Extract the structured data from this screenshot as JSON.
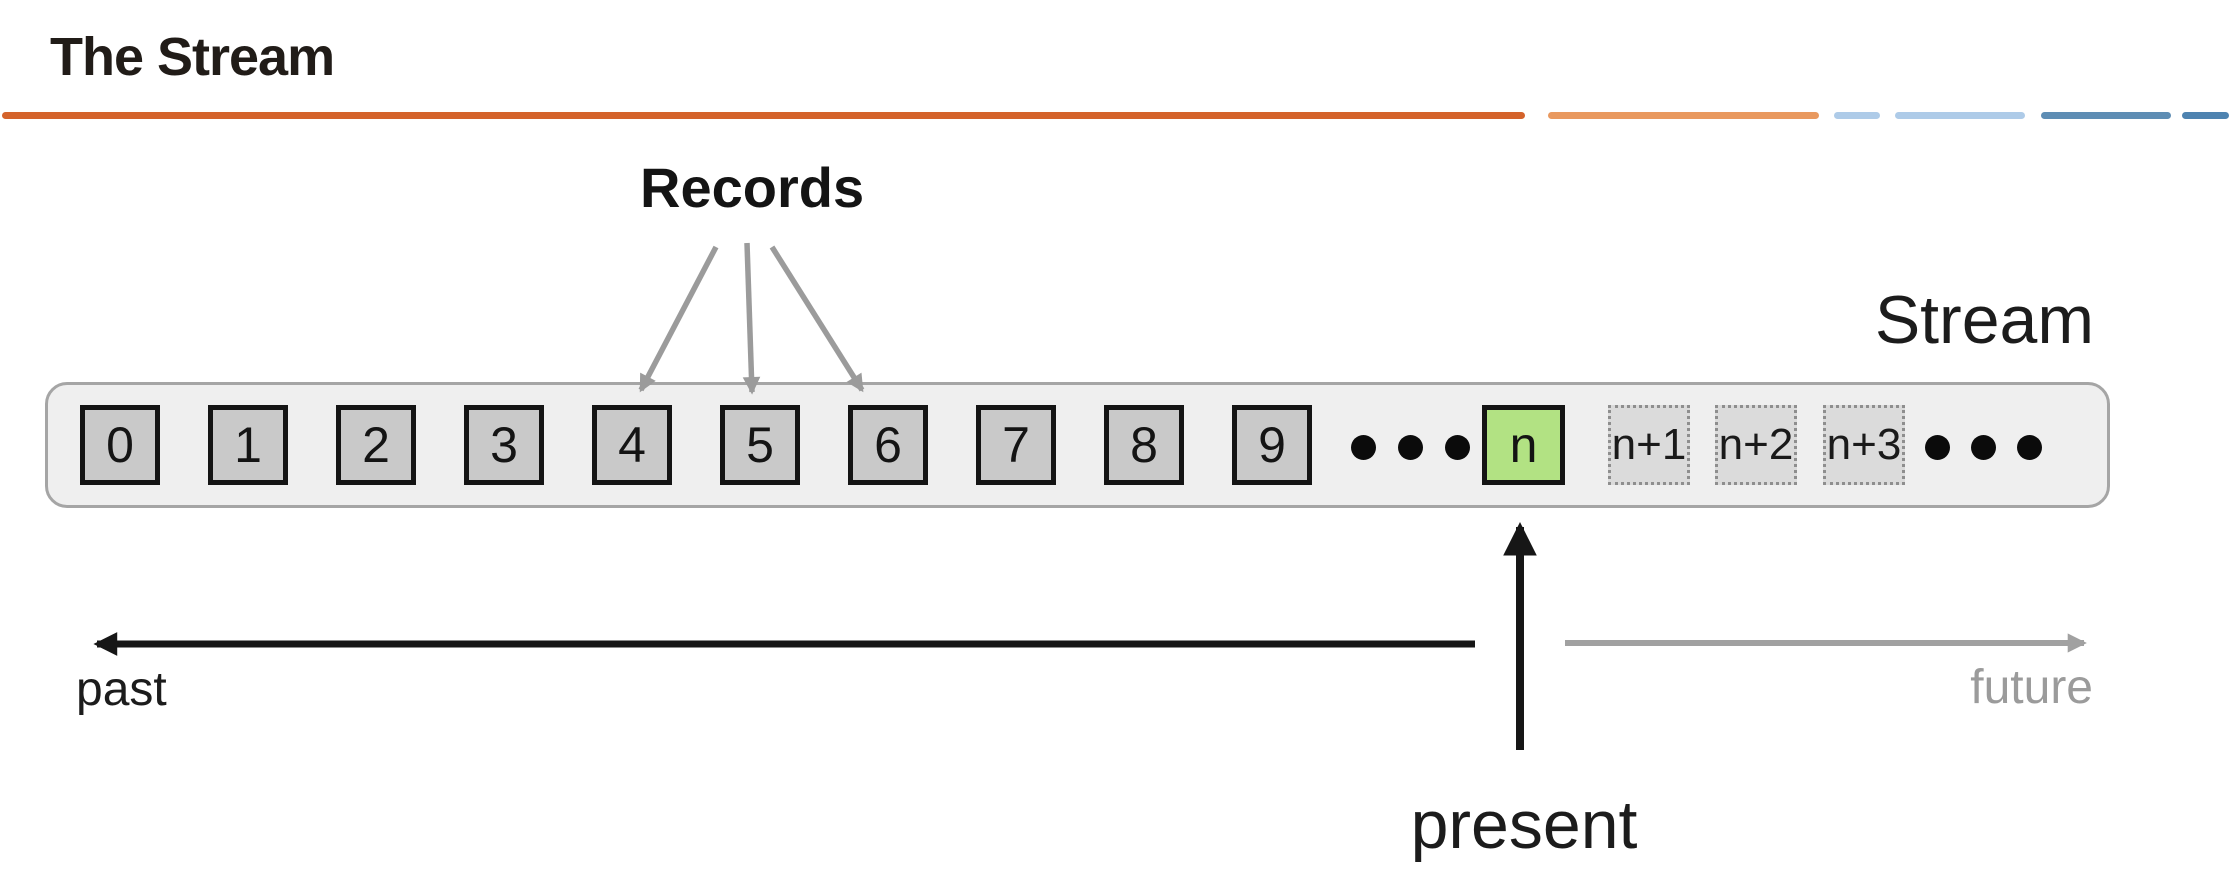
{
  "slide": {
    "title": "The Stream"
  },
  "diagram": {
    "records_label": "Records",
    "stream_label": "Stream",
    "past_records": [
      "0",
      "1",
      "2",
      "3",
      "4",
      "5",
      "6",
      "7",
      "8",
      "9"
    ],
    "current_record": "n",
    "future_records": [
      "n+1",
      "n+2",
      "n+3"
    ],
    "past_label": "past",
    "future_label": "future",
    "present_label": "present"
  },
  "colors": {
    "rule_orange_dark": "#d4632b",
    "rule_orange_light": "#e9995f",
    "rule_blue_light": "#aecbe8",
    "rule_blue_dark": "#5e8db4",
    "rule_blue_end": "#4e83b0",
    "track_fill": "#efefef",
    "track_border": "#a5a5a5",
    "box_fill_gray": "#c9c9c9",
    "box_fill_green": "#b2e283",
    "box_fill_dashed": "#dbdbdb",
    "dot_black": "#0b0b0b",
    "arrow_gray": "#9b9b9b",
    "arrow_light_gray": "#a1a1a1",
    "ink_black": "#161616",
    "label_gray": "#9b9b9b"
  }
}
